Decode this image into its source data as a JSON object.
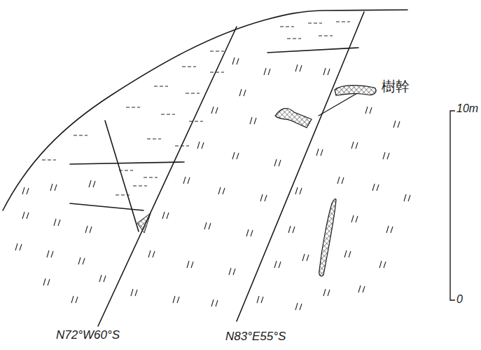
{
  "diagram": {
    "labels": [
      "樹幹",
      "10m",
      "0",
      "N72°W60°S",
      "N83°E55°S"
    ]
  }
}
